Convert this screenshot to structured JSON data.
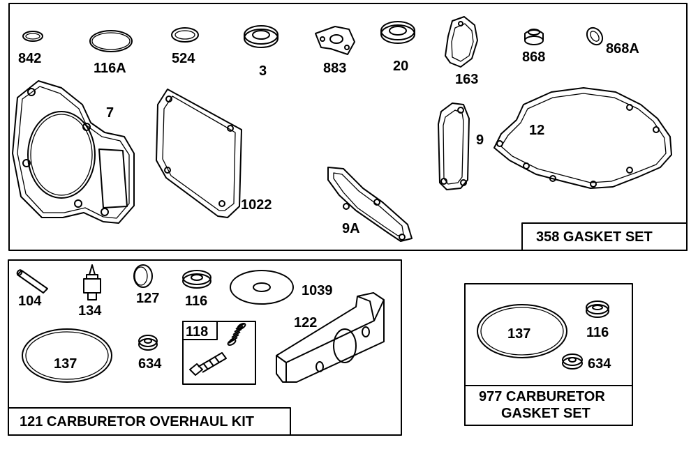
{
  "kits": {
    "gasket_set": "358 GASKET SET",
    "overhaul_kit": "121 CARBURETOR OVERHAUL KIT",
    "carb_gasket_set_line1": "977 CARBURETOR",
    "carb_gasket_set_line2": "GASKET SET"
  },
  "parts": {
    "p842": "842",
    "p116a": "116A",
    "p524": "524",
    "p3": "3",
    "p883": "883",
    "p20": "20",
    "p163": "163",
    "p868": "868",
    "p868a": "868A",
    "p7": "7",
    "p1022": "1022",
    "p9a": "9A",
    "p9": "9",
    "p12": "12",
    "p104": "104",
    "p134": "134",
    "p127": "127",
    "p116": "116",
    "p1039": "1039",
    "p137": "137",
    "p634": "634",
    "p118": "118",
    "p122": "122",
    "p137b": "137",
    "p116b": "116",
    "p634b": "634"
  }
}
